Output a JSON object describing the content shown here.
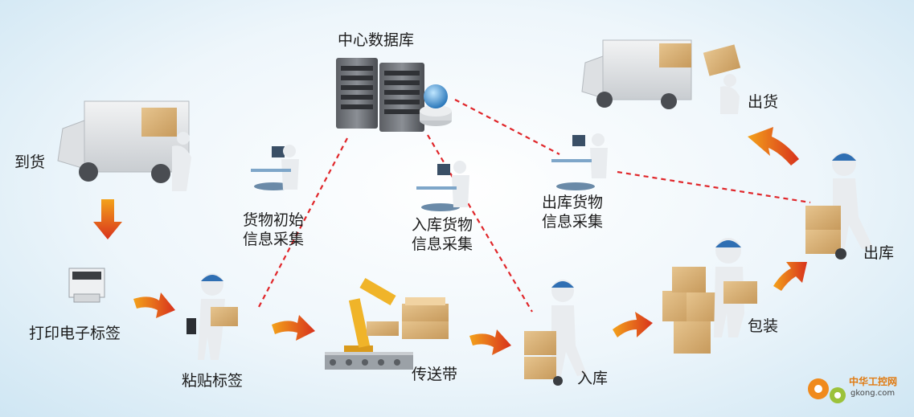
{
  "nodes": {
    "central_db": "中心数据库",
    "arrival": "到货",
    "print_label": "打印电子标签",
    "paste_label": "粘贴标签",
    "conveyor": "传送带",
    "storage_in": "入库",
    "packing": "包装",
    "storage_out": "出库",
    "shipping": "出货",
    "initial_info": "货物初始\n信息采集",
    "inbound_info": "入库货物\n信息采集",
    "outbound_info": "出库货物\n信息采集"
  },
  "watermark": {
    "title": "中华工控网",
    "url": "gkong.com"
  },
  "colors": {
    "dashed_link": "#e0262a",
    "flow_arrow": "#e8501e",
    "figure": "#e9ecef",
    "cap": "#2f6fb3",
    "box": "#d9b27a"
  }
}
